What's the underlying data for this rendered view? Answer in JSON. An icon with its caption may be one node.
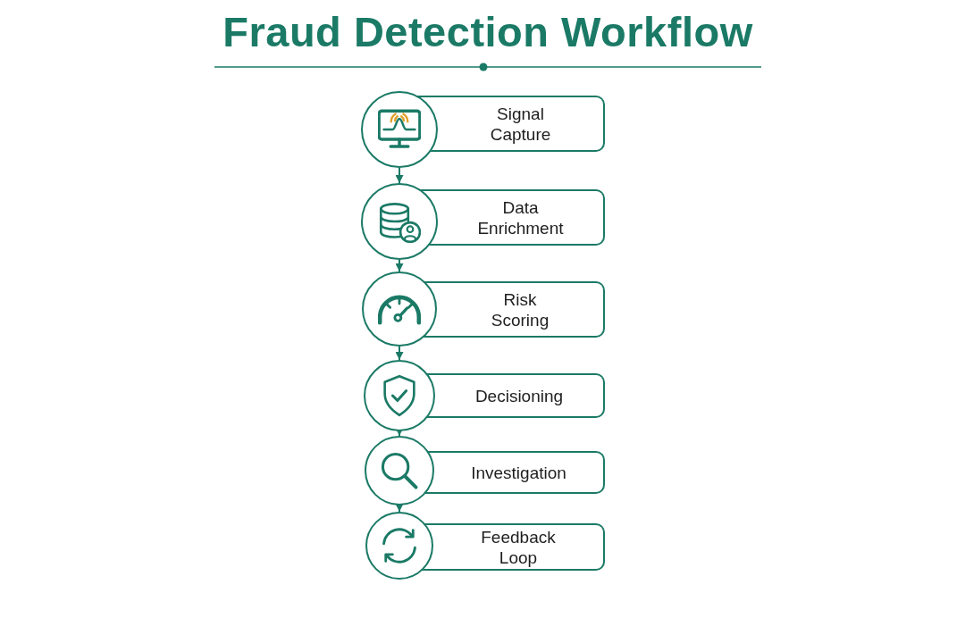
{
  "diagram": {
    "title": "Fraud Detection Workflow",
    "nodes": [
      {
        "text": [],
        "shape": "circle"
      },
      {
        "text": [
          "Signal Capture"
        ]
      },
      {
        "text": [],
        "shape": "circle"
      },
      {
        "text": [
          "Data Enrichment"
        ]
      },
      {
        "text": [],
        "shape": "circle"
      },
      {
        "text": [
          "Risk Scoring"
        ]
      },
      {
        "text": [],
        "shape": "circle"
      },
      {
        "text": [
          "Decisioning"
        ]
      },
      {
        "text": [],
        "shape": "circle"
      },
      {
        "text": [
          "Investigation"
        ]
      },
      {
        "text": [],
        "shape": "circle"
      },
      {
        "text": [
          "Feedback Loop"
        ]
      }
    ],
    "edges": [
      {
        "from": 0,
        "to": 2,
        "arrow": "to"
      },
      {
        "from": 2,
        "to": 4,
        "arrow": "to"
      },
      {
        "from": 4,
        "to": 6,
        "arrow": "to"
      },
      {
        "from": 6,
        "to": 8,
        "arrow": "to"
      },
      {
        "from": 8,
        "to": 10,
        "arrow": "to"
      }
    ]
  }
}
